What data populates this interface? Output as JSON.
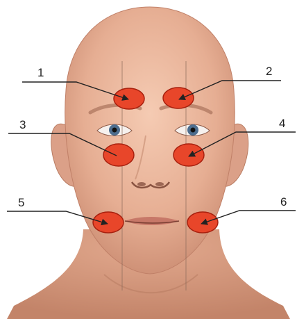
{
  "figure": {
    "markers": [
      {
        "id": 1,
        "label": "1"
      },
      {
        "id": 2,
        "label": "2"
      },
      {
        "id": 3,
        "label": "3"
      },
      {
        "id": 4,
        "label": "4"
      },
      {
        "id": 5,
        "label": "5"
      },
      {
        "id": 6,
        "label": "6"
      }
    ]
  },
  "colors": {
    "marker_fill": "#e8462a",
    "marker_stroke": "#a8200e",
    "skin": "#e8b49a",
    "skin_shadow": "#c98a70",
    "leader_line": "#222222",
    "guide_line": "#8a6a5a"
  },
  "icons": {
    "face": "human-face-illustration",
    "pointer": "arrow-pointer-icon"
  }
}
